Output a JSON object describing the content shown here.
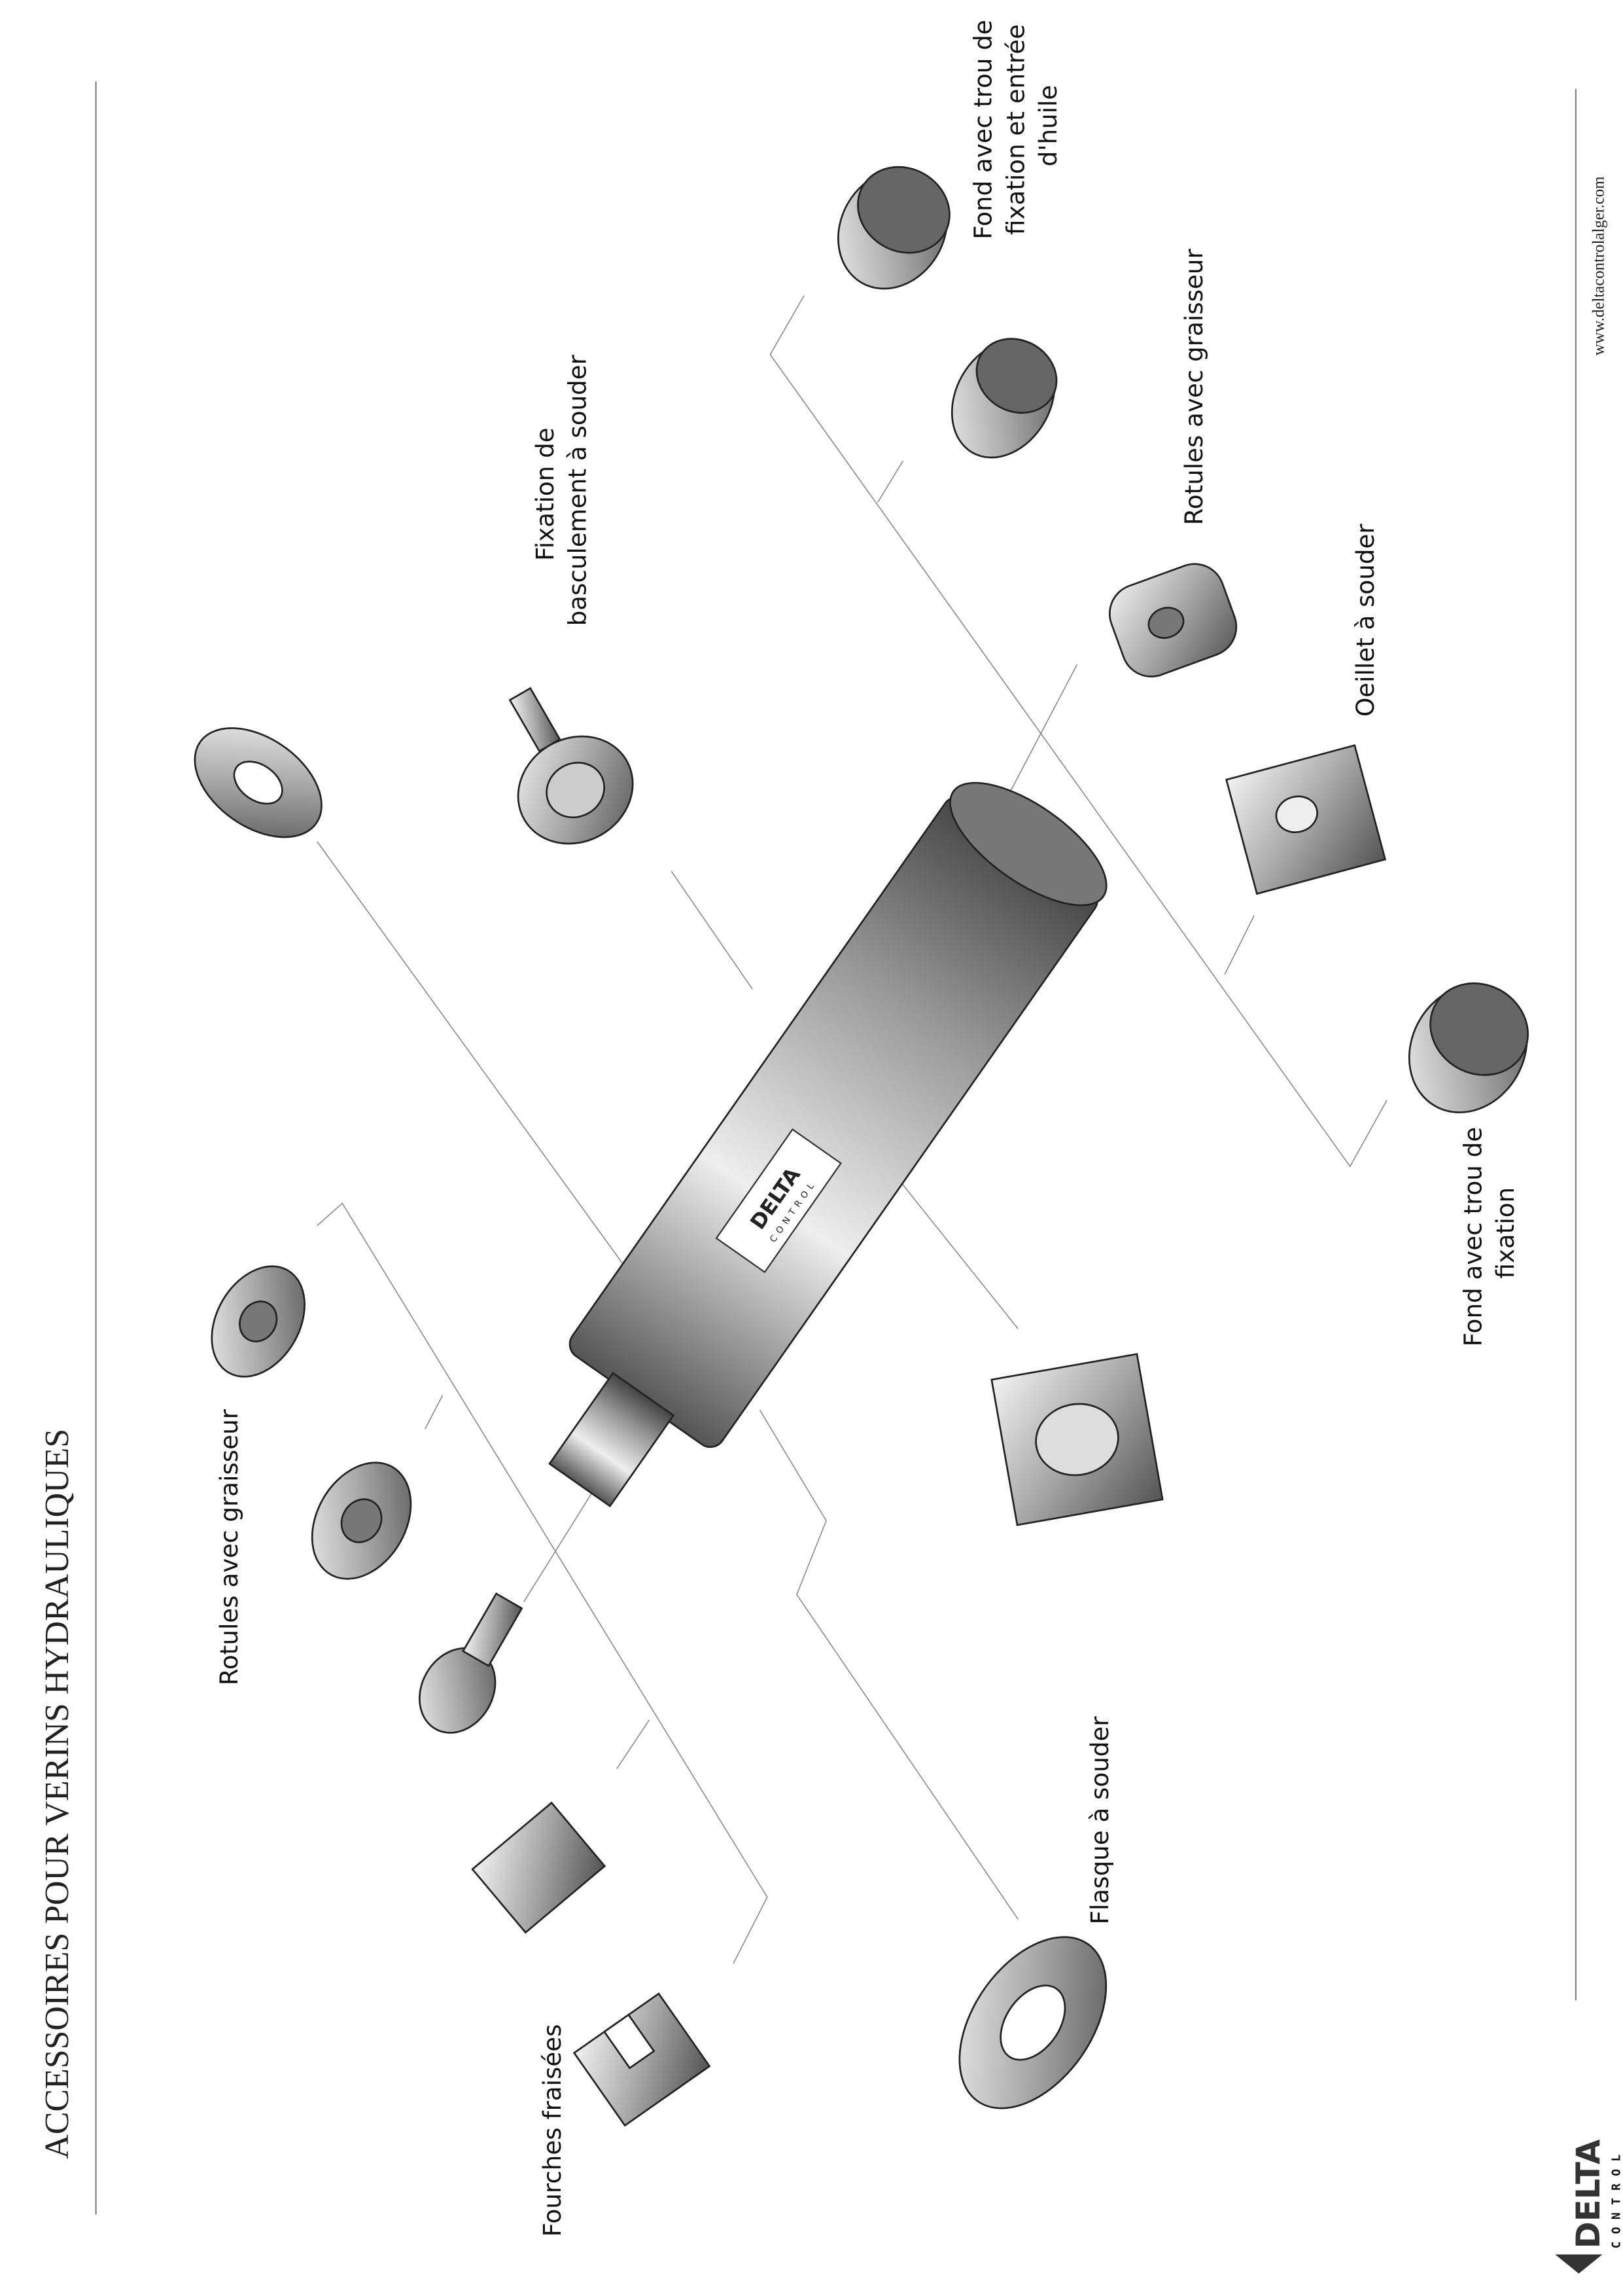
{
  "document": {
    "title": "ACCESSOIRES POUR VERINS HYDRAULIQUES",
    "website": "www.deltacontrolalger.com",
    "logo": {
      "word": "DELTA",
      "sub": "CONTROL"
    },
    "cylinder_label": {
      "word": "DELTA",
      "sub": "CONTROL"
    }
  },
  "labels": {
    "fond_huile": [
      "Fond avec trou de",
      "fixation et entrée",
      "d'huile"
    ],
    "rotules_right": "Rotules avec graisseur",
    "fixation_basculement": [
      "Fixation de",
      "basculement à souder"
    ],
    "oeillet": "Oeillet à souder",
    "fond_fixation": [
      "Fond avec trou de",
      "fixation"
    ],
    "rotules_left": "Rotules avec graisseur",
    "flasque": "Flasque à souder",
    "fourches": "Fourches fraisées"
  }
}
